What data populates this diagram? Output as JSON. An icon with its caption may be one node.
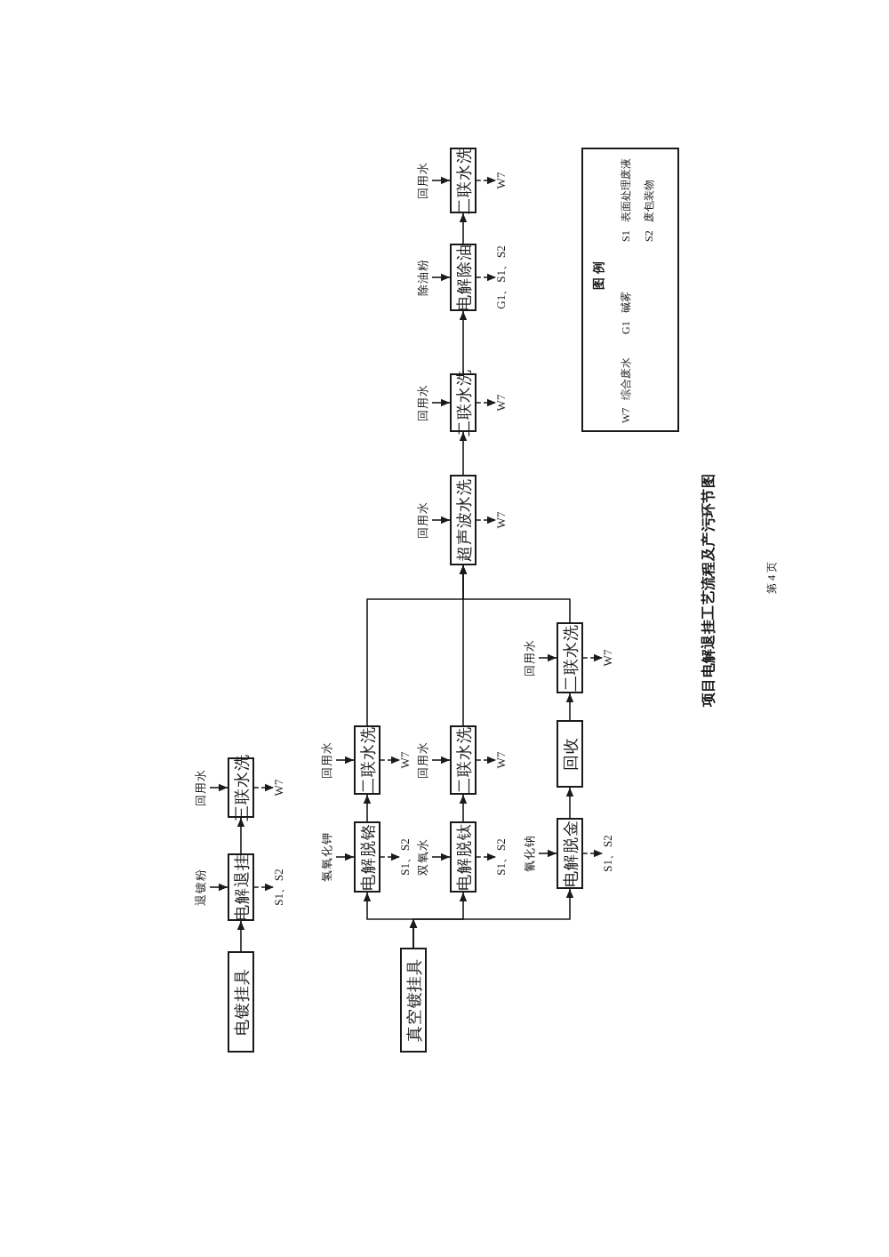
{
  "diagram": {
    "title": "项目电解退挂工艺流程及产污环节图",
    "nodes": [
      {
        "text": [
          "电镀挂具"
        ]
      },
      {
        "text": [
          "退镀粉"
        ]
      },
      {
        "text": [
          "电解退挂"
        ]
      },
      {
        "text": [
          "S1、S2"
        ]
      },
      {
        "text": [
          "回用水"
        ]
      },
      {
        "text": [
          "三联水洗"
        ]
      },
      {
        "text": [
          "W7"
        ]
      },
      {
        "text": [
          "真空镀挂具"
        ]
      },
      {
        "text": [
          "氢氧化钾"
        ]
      },
      {
        "text": [
          "电解脱铬"
        ]
      },
      {
        "text": [
          "S1、S2"
        ]
      },
      {
        "text": [
          "回用水"
        ]
      },
      {
        "text": [
          "二联水洗"
        ]
      },
      {
        "text": [
          "W7"
        ]
      },
      {
        "text": [
          "双氧水"
        ]
      },
      {
        "text": [
          "电解脱钛"
        ]
      },
      {
        "text": [
          "S1、S2"
        ]
      },
      {
        "text": [
          "回用水"
        ]
      },
      {
        "text": [
          "二联水洗"
        ]
      },
      {
        "text": [
          "W7"
        ]
      },
      {
        "text": [
          "氰化钠"
        ]
      },
      {
        "text": [
          "电解脱金"
        ]
      },
      {
        "text": [
          "S1、S2"
        ]
      },
      {
        "text": [
          "回收"
        ]
      },
      {
        "text": [
          "回用水"
        ]
      },
      {
        "text": [
          "二联水洗"
        ]
      },
      {
        "text": [
          "W7"
        ]
      },
      {
        "text": [
          "回用水"
        ]
      },
      {
        "text": [
          "超声波水洗"
        ]
      },
      {
        "text": [
          "W7"
        ]
      },
      {
        "text": [
          "回用水"
        ]
      },
      {
        "text": [
          "二联水洗"
        ]
      },
      {
        "text": [
          "W7"
        ]
      },
      {
        "text": [
          "除油粉"
        ]
      },
      {
        "text": [
          "电解除油"
        ]
      },
      {
        "text": [
          "G1、S1、S2"
        ]
      },
      {
        "text": [
          "回用水"
        ]
      },
      {
        "text": [
          "二联水洗"
        ]
      },
      {
        "text": [
          "W7"
        ]
      }
    ],
    "edges": [
      {
        "from": 0,
        "to": 2,
        "arrow": "to"
      },
      {
        "from": 1,
        "to": 2,
        "arrow": "to"
      },
      {
        "from": 2,
        "to": 3,
        "arrow": "to",
        "style": "dashed"
      },
      {
        "from": 2,
        "to": 5,
        "arrow": "to"
      },
      {
        "from": 4,
        "to": 5,
        "arrow": "to"
      },
      {
        "from": 5,
        "to": 6,
        "arrow": "to",
        "style": "dashed"
      },
      {
        "from": 7,
        "to": 9,
        "arrow": "to"
      },
      {
        "from": 7,
        "to": 15,
        "arrow": "to"
      },
      {
        "from": 7,
        "to": 21,
        "arrow": "to"
      },
      {
        "from": 8,
        "to": 9,
        "arrow": "to"
      },
      {
        "from": 9,
        "to": 10,
        "arrow": "to",
        "style": "dashed"
      },
      {
        "from": 9,
        "to": 12,
        "arrow": "to"
      },
      {
        "from": 11,
        "to": 12,
        "arrow": "to"
      },
      {
        "from": 12,
        "to": 13,
        "arrow": "to",
        "style": "dashed"
      },
      {
        "from": 14,
        "to": 15,
        "arrow": "to"
      },
      {
        "from": 15,
        "to": 16,
        "arrow": "to",
        "style": "dashed"
      },
      {
        "from": 15,
        "to": 18,
        "arrow": "to"
      },
      {
        "from": 17,
        "to": 18,
        "arrow": "to"
      },
      {
        "from": 18,
        "to": 19,
        "arrow": "to",
        "style": "dashed"
      },
      {
        "from": 20,
        "to": 21,
        "arrow": "to"
      },
      {
        "from": 21,
        "to": 22,
        "arrow": "to",
        "style": "dashed"
      },
      {
        "from": 21,
        "to": 23,
        "arrow": "to"
      },
      {
        "from": 23,
        "to": 25,
        "arrow": "to"
      },
      {
        "from": 24,
        "to": 25,
        "arrow": "to"
      },
      {
        "from": 25,
        "to": 26,
        "arrow": "to",
        "style": "dashed"
      },
      {
        "from": 12,
        "to": 28,
        "arrow": "to"
      },
      {
        "from": 18,
        "to": 28,
        "arrow": "to"
      },
      {
        "from": 25,
        "to": 28,
        "arrow": "to"
      },
      {
        "from": 27,
        "to": 28,
        "arrow": "to"
      },
      {
        "from": 28,
        "to": 29,
        "arrow": "to",
        "style": "dashed"
      },
      {
        "from": 28,
        "to": 31,
        "arrow": "to"
      },
      {
        "from": 30,
        "to": 31,
        "arrow": "to"
      },
      {
        "from": 31,
        "to": 32,
        "arrow": "to",
        "style": "dashed"
      },
      {
        "from": 31,
        "to": 34,
        "arrow": "to"
      },
      {
        "from": 33,
        "to": 34,
        "arrow": "to"
      },
      {
        "from": 34,
        "to": 35,
        "arrow": "to",
        "style": "dashed"
      },
      {
        "from": 34,
        "to": 37,
        "arrow": "to"
      },
      {
        "from": 36,
        "to": 37,
        "arrow": "to"
      },
      {
        "from": 37,
        "to": 38,
        "arrow": "to",
        "style": "dashed"
      }
    ],
    "labels": [
      "图 例",
      "第 4 页"
    ],
    "legend": [
      {
        "text": "W7 综合废水"
      },
      {
        "text": "G1 碱雾"
      },
      {
        "text": "S1 表面处理废液"
      },
      {
        "text": "S2 废包装物"
      }
    ]
  }
}
